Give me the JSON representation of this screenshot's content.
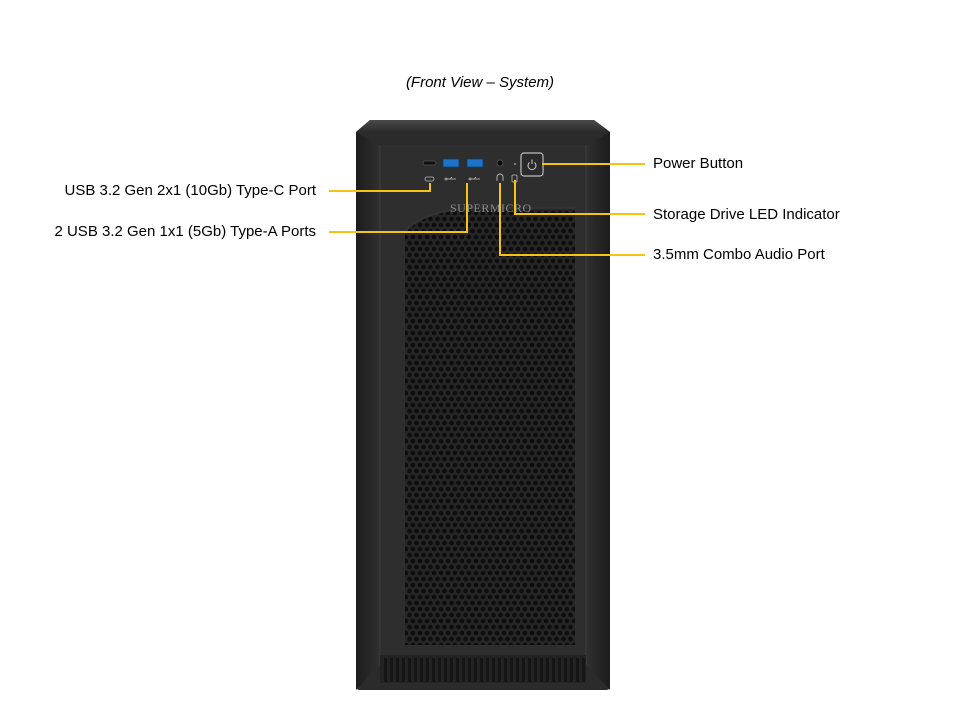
{
  "caption": "(Front View – System)",
  "brand_text": "SUPERMICRO",
  "callouts": {
    "usb_c": "USB 3.2 Gen 2x1 (10Gb) Type-C Port",
    "usb_a": "2 USB 3.2 Gen 1x1 (5Gb) Type-A Ports",
    "power": "Power Button",
    "storage_led": "Storage Drive LED Indicator",
    "audio": "3.5mm Combo Audio Port"
  },
  "colors": {
    "callout_line": "#f5c314",
    "chassis": "#2b2b2b",
    "usb_a_port": "#1e73c8"
  },
  "icons": [
    "usb-c-icon",
    "usb-icon",
    "headset-icon",
    "storage-icon",
    "power-icon"
  ]
}
